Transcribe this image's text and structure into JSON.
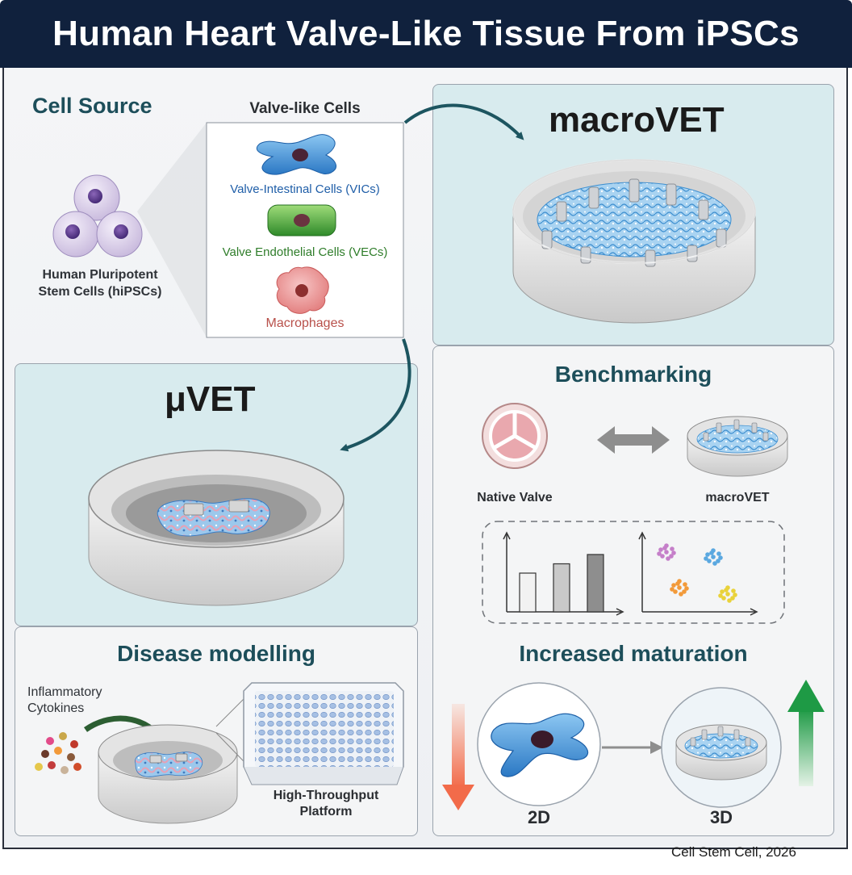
{
  "title": "Human Heart Valve-Like Tissue From iPSCs",
  "cell_source": {
    "heading": "Cell Source",
    "stem_cells_line1": "Human Pluripotent",
    "stem_cells_line2": "Stem Cells (hiPSCs)"
  },
  "valve_cells": {
    "heading": "Valve-like Cells",
    "vic": "Valve-Intestinal Cells (VICs)",
    "vec": "Valve Endothelial Cells (VECs)",
    "macrophage": "Macrophages"
  },
  "macrovet": {
    "heading": "macroVET"
  },
  "muvet": {
    "heading": "μVET"
  },
  "benchmarking": {
    "heading": "Benchmarking",
    "native_valve": "Native Valve",
    "macrovet": "macroVET",
    "bar_values": [
      0.5,
      0.62,
      0.74
    ]
  },
  "disease": {
    "heading": "Disease modelling",
    "cytokines_line1": "Inflammatory",
    "cytokines_line2": "Cytokines",
    "platform_line1": "High-Throughput",
    "platform_line2": "Platform"
  },
  "maturation": {
    "heading": "Increased maturation",
    "label_2d": "2D",
    "label_3d": "3D"
  },
  "citation": "Cell Stem Cell, 2026",
  "colors": {
    "title_bg": "#10213d",
    "heading": "#1d4e5a",
    "teal_panel": "#d8ebee",
    "arrow_down": "#f26b4a",
    "arrow_up": "#1e9a45"
  }
}
